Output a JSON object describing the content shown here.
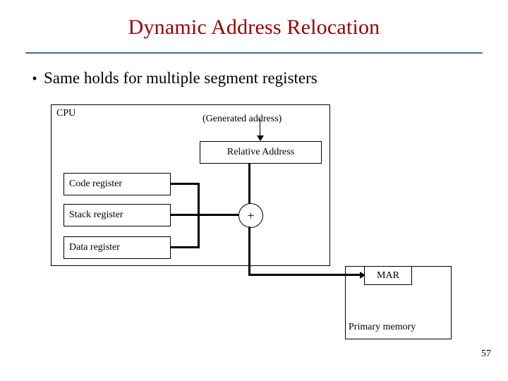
{
  "slide": {
    "title": "Dynamic Address Relocation",
    "bullet_marker": "•",
    "bullet_text": "Same holds for multiple segment registers",
    "page_number": "57",
    "accent_color": "#990000",
    "rule_color": "#4a6d8c"
  },
  "diagram": {
    "cpu_label": "CPU",
    "generated_address_label": "(Generated address)",
    "relative_address_label": "Relative Address",
    "code_register_label": "Code register",
    "stack_register_label": "Stack register",
    "data_register_label": "Data register",
    "adder_label": "+",
    "mar_label": "MAR",
    "primary_memory_label": "Primary memory"
  }
}
